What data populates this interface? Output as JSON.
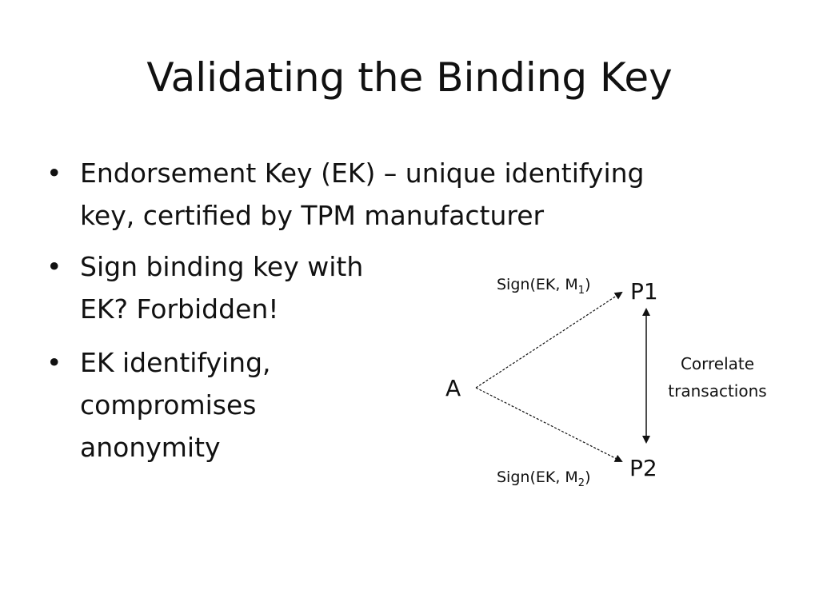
{
  "slide": {
    "title": "Validating the Binding Key",
    "bullets": [
      {
        "marker": "•",
        "text": "Endorsement Key (EK) – unique identifying\nkey, certified by TPM manufacturer"
      },
      {
        "marker": "•",
        "text": "Sign binding key with\nEK? Forbidden!"
      },
      {
        "marker": "•",
        "text": "EK identifying,\ncompromises\nanonymity"
      }
    ]
  },
  "diagram": {
    "node_a": "A",
    "node_p1": "P1",
    "node_p2": "P2",
    "edge_top_prefix": "Sign(EK, M",
    "edge_top_sub": "1",
    "edge_top_suffix": ")",
    "edge_bottom_prefix": "Sign(EK, M",
    "edge_bottom_sub": "2",
    "edge_bottom_suffix": ")",
    "correlate_line1": "Correlate",
    "correlate_line2": "transactions"
  }
}
